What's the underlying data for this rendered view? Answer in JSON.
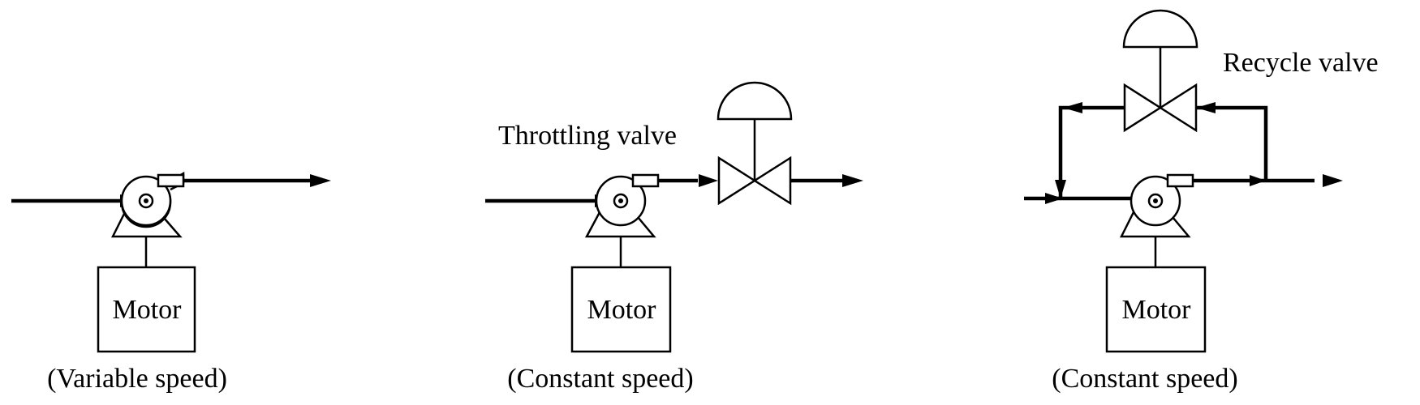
{
  "panels": [
    {
      "motor_label": "Motor",
      "caption": "(Variable speed)"
    },
    {
      "motor_label": "Motor",
      "caption": "(Constant speed)",
      "valve_label": "Throttling valve"
    },
    {
      "motor_label": "Motor",
      "caption": "(Constant speed)",
      "valve_label": "Recycle valve"
    }
  ]
}
